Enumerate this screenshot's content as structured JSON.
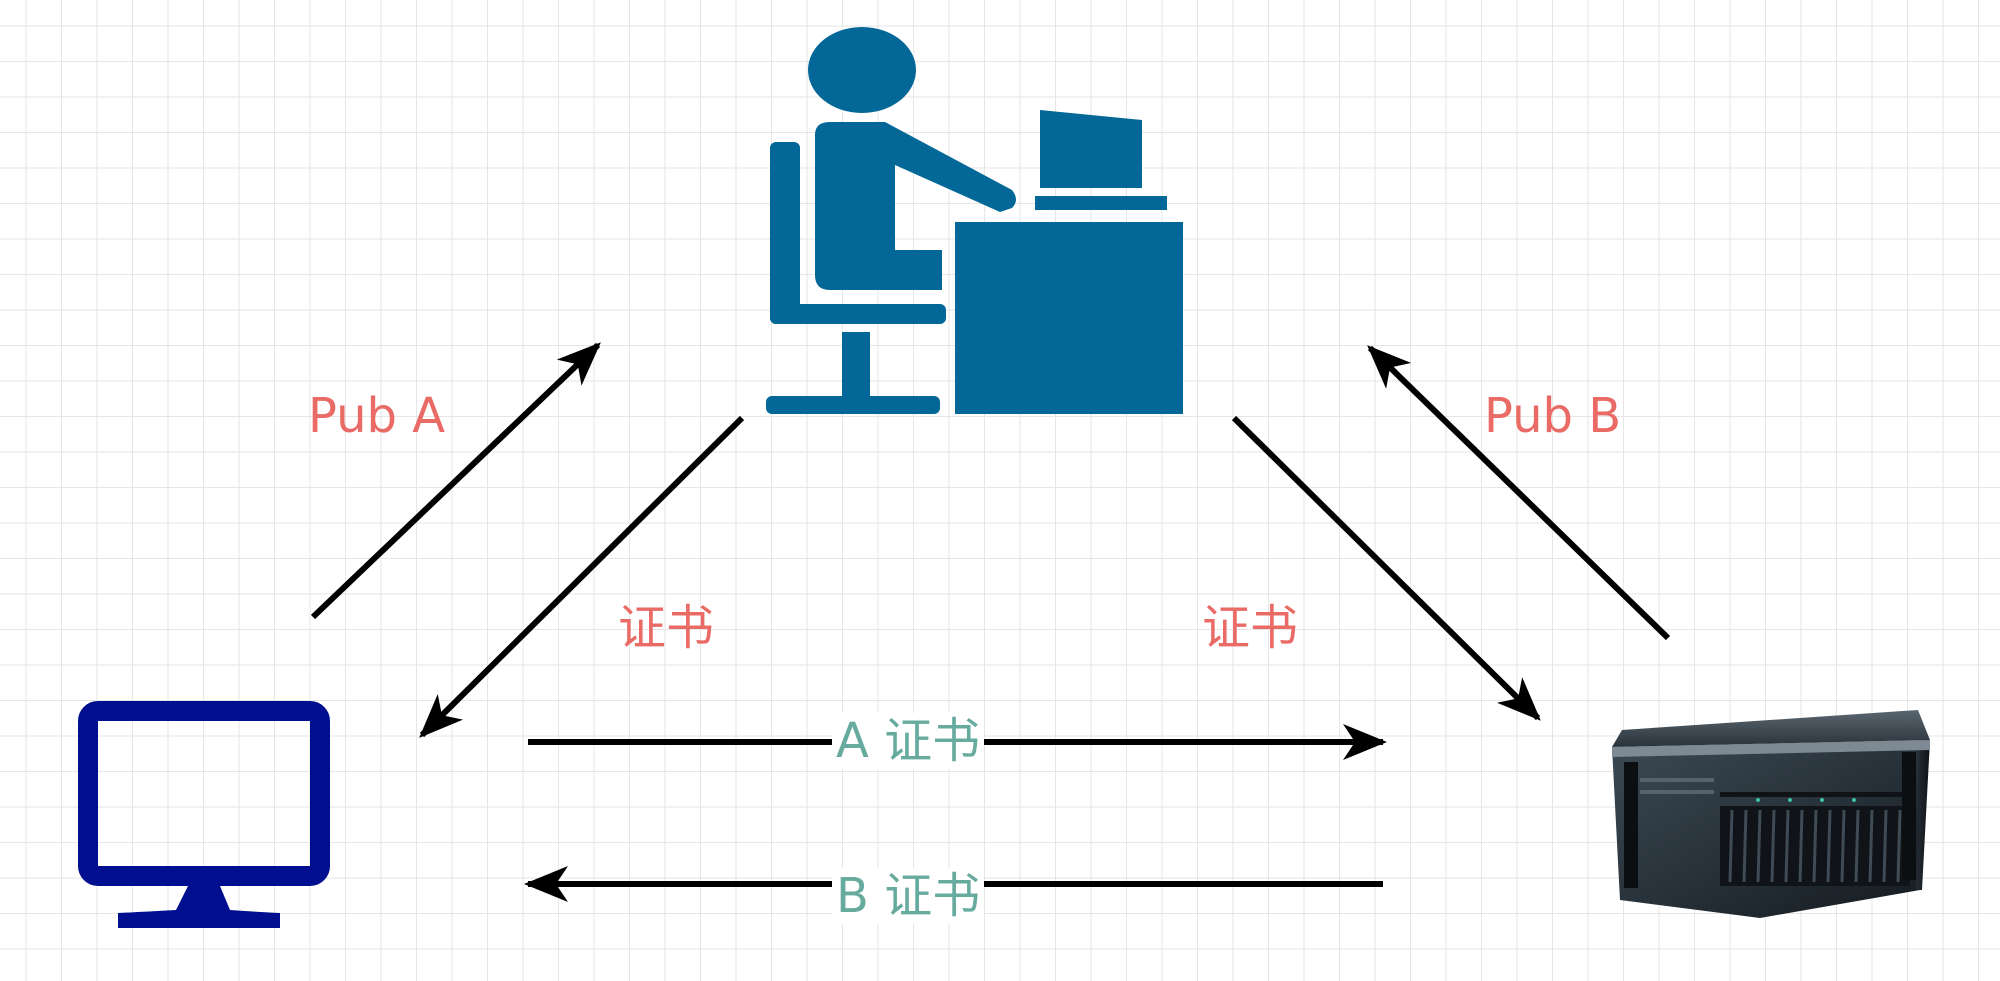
{
  "colors": {
    "admin_icon": "#036897",
    "client_icon": "#000f8f",
    "arrow": "#000000",
    "label_red": "#ea6b66",
    "label_green": "#67ab9f"
  },
  "nodes": {
    "admin": {
      "icon": "person-at-desk-icon"
    },
    "client": {
      "icon": "monitor-icon"
    },
    "server": {
      "icon": "server-rack-icon"
    }
  },
  "edges": {
    "client_to_admin": {
      "label": "Pub A"
    },
    "admin_to_client": {
      "label": "证书"
    },
    "server_to_admin": {
      "label": "Pub B"
    },
    "admin_to_server": {
      "label": "证书"
    },
    "client_to_server": {
      "label": "A 证书"
    },
    "server_to_client": {
      "label": "B 证书"
    }
  }
}
